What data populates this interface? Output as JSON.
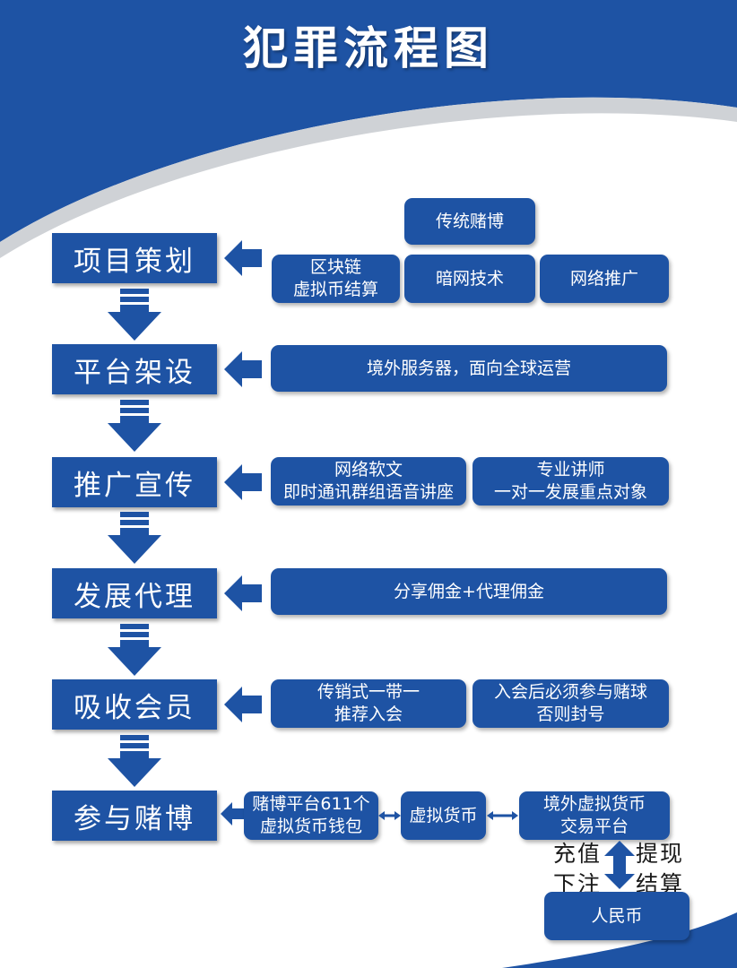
{
  "title": "犯罪流程图",
  "colors": {
    "primary": "#1e53a4",
    "dark": "#16428a",
    "band": "#cfd2d6"
  },
  "steps": [
    {
      "label": "项目策划"
    },
    {
      "label": "平台架设"
    },
    {
      "label": "推广宣传"
    },
    {
      "label": "发展代理"
    },
    {
      "label": "吸收会员"
    },
    {
      "label": "参与赌博"
    }
  ],
  "details": {
    "traditional_gambling": "传统赌博",
    "blockchain": {
      "line1": "区块链",
      "line2": "虚拟币结算"
    },
    "darknet": "暗网技术",
    "network_promotion": "网络推广",
    "overseas_server": "境外服务器，面向全球运营",
    "soft_article": {
      "line1": "网络软文",
      "line2": "即时通讯群组语音讲座"
    },
    "lecturer": {
      "line1": "专业讲师",
      "line2": "一对一发展重点对象"
    },
    "commission": "分享佣金+代理佣金",
    "pyramid": {
      "line1": "传销式一带一",
      "line2": "推荐入会"
    },
    "must_bet": {
      "line1": "入会后必须参与赌球",
      "line2": "否则封号"
    },
    "wallets": {
      "line1": "赌博平台611个",
      "line2": "虚拟货币钱包"
    },
    "virtual_currency": "虚拟货币",
    "exchange": {
      "line1": "境外虚拟货币",
      "line2": "交易平台"
    },
    "rmb": "人民币"
  },
  "flow_labels": {
    "recharge": "充值",
    "bet": "下注",
    "withdraw": "提现",
    "settle": "结算"
  }
}
